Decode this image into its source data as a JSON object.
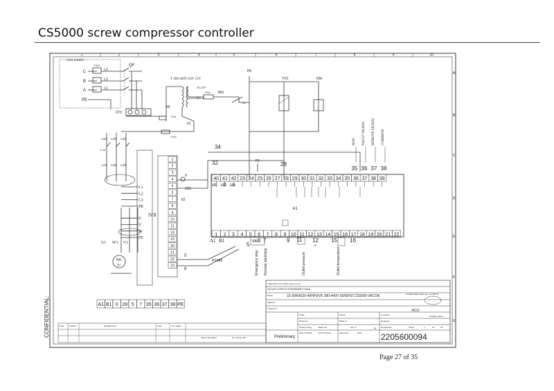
{
  "document": {
    "title": "CS5000 screw compressor controller",
    "footer": "Page 27 of 35"
  },
  "frame": {
    "columns": [
      "1",
      "2",
      "3",
      "4",
      "5",
      "6",
      "7",
      "8",
      "9",
      "10"
    ],
    "rows": [
      "A",
      "B",
      "C",
      "D",
      "E",
      "F",
      "G"
    ]
  },
  "schematic": {
    "user_install": "User installs",
    "phases": [
      "C",
      "B",
      "A",
      "PE"
    ],
    "phase_labels": [
      "L3",
      "L2",
      "L1"
    ],
    "fuses_top": [
      "FU0"
    ],
    "qf": "QF",
    "xt0": "XT0",
    "transformer": "T  380-440V/24V 12V",
    "ac24": "AC 24V",
    "ac0": "0V",
    "fu4": "FU4",
    "fu1": "FU1",
    "fu3": "FU3",
    "sb1": "SB1",
    "pe_top": "PE",
    "yv1": "YV1",
    "km": "KM",
    "wire_60": "60",
    "wire_61": "61",
    "wire_34": "34",
    "wire_32": "32",
    "wire_28": "28",
    "km_side": "K.M",
    "l_feed": [
      "L12",
      "L22",
      "L32"
    ],
    "l_out": [
      "L13",
      "L23",
      "L33"
    ],
    "signals": [
      "RUN",
      "FAULT SIGNAL",
      "REMOTE SIGNAL",
      "COMMON"
    ],
    "top_terms_nums": [
      "35",
      "36",
      "37",
      "38"
    ],
    "terms_top": [
      "40",
      "41",
      "42",
      "23",
      "24",
      "25",
      "26",
      "27",
      "28",
      "29",
      "30",
      "31",
      "32",
      "33",
      "34",
      "35",
      "36",
      "37",
      "38",
      "39"
    ],
    "uvw": [
      "uc",
      "ub",
      "ua"
    ],
    "a1": "A1",
    "terms_bottom": [
      "1",
      "2",
      "3",
      "4",
      "5",
      "6",
      "7",
      "8",
      "9",
      "10",
      "11",
      "12",
      "13",
      "14",
      "15",
      "16",
      "17",
      "18",
      "19",
      "20",
      "21",
      "22"
    ],
    "ivr": "IVR",
    "ivr_terms": [
      "L1",
      "L2",
      "L3",
      "PE",
      "U",
      "V",
      "W",
      "PE"
    ],
    "ivr_pins": [
      "1",
      "2",
      "3",
      "4",
      "5",
      "6",
      "7",
      "8",
      "9",
      "10",
      "11",
      "18",
      "19",
      "20",
      "21",
      "22",
      "23"
    ],
    "motor": "M1",
    "motor_labels": [
      "U1",
      "W1",
      "V1"
    ],
    "a1b1": [
      "A1",
      "B1"
    ],
    "rs485": "RS485",
    "wire_5": "5",
    "wire_8": "8",
    "wire_9": "9",
    "wire_62": "62",
    "sbl": "SBL",
    "bottom_nums": [
      "5",
      "6",
      "7",
      "9",
      "11",
      "12",
      "15",
      "16"
    ],
    "bottom_labels": [
      "Emergency stop",
      "Remote start/stop",
      "Outlet pressure",
      "Outlet temperature"
    ],
    "terminal_strip": [
      "A1",
      "B1",
      "0",
      "28",
      "5",
      "7",
      "35",
      "36",
      "37",
      "38",
      "PE"
    ]
  },
  "titleblock": {
    "trademark": "Trademark of the Atlas Copco group",
    "standard": "ATLAS COPCO STANDARD Class",
    "name_label": "Name",
    "name_value": "15-30KW(20-40HP)IVR 380-440V  50/60HZ  CS5000-VACON",
    "confidentiality": "Confidentiality class acc. to 1702 B",
    "material_label": "Material",
    "treatment_label": "Treatment",
    "aco": "ACO",
    "scale": "Scale",
    "family": "Family",
    "company": "Company",
    "drawing_owner": "Drawing owner",
    "drawn_by": "Drawn by",
    "blank_nr": "Blank nr",
    "replaces": "Replaces",
    "version_drwg": "Version Drwg",
    "blank_att": "Blank att",
    "env_nr": "Env nr",
    "kg": "kg",
    "designation": "Designation",
    "sheet": "Sheet",
    "sheet_vals": [
      "1",
      "01",
      "02"
    ],
    "status": "Preliminary",
    "date_checked": "Date checked",
    "print_checked": "Print checked",
    "approved": "Approved",
    "date": "Date",
    "doc_number": "2205600094",
    "note": "Note",
    "product": "Product",
    "modified_from": "Modified from",
    "date2": "Date",
    "am_appd": "Am. Appd.",
    "parent": "Parent 3D Model",
    "ext": "Ext Version 3D",
    "confidential": "CONFIDENTIAL:"
  }
}
